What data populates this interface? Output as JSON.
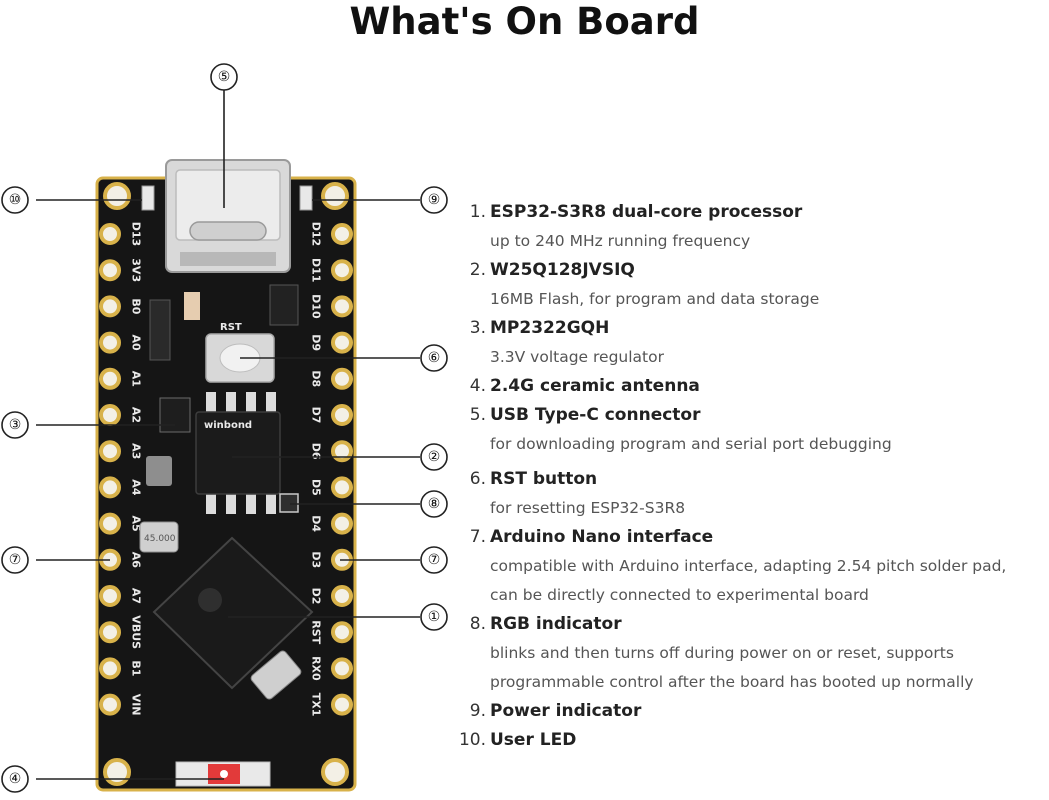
{
  "title": "What's On Board",
  "callouts": [
    "①",
    "②",
    "③",
    "④",
    "⑤",
    "⑥",
    "⑦",
    "⑧",
    "⑨",
    "⑩"
  ],
  "board_labels": {
    "left_pins": [
      "D13",
      "3V3",
      "B0",
      "A0",
      "A1",
      "A2",
      "A3",
      "A4",
      "A5",
      "A6",
      "A7",
      "VBUS",
      "B1",
      "VIN"
    ],
    "right_pins": [
      "D12",
      "D11",
      "D10",
      "D9",
      "D8",
      "D7",
      "D6",
      "D5",
      "D4",
      "D3",
      "D2",
      "RST",
      "RX0",
      "TX1"
    ],
    "rst": "RST",
    "flash_brand": "winbond",
    "crystal": "45.000"
  },
  "features": [
    {
      "num": "1.",
      "title": "ESP32-S3R8 dual-core processor",
      "desc": [
        "up to 240 MHz running frequency"
      ]
    },
    {
      "num": "2.",
      "title": "W25Q128JVSIQ",
      "desc": [
        "16MB Flash, for program and data storage"
      ]
    },
    {
      "num": "3.",
      "title": "MP2322GQH",
      "desc": [
        "3.3V voltage regulator"
      ]
    },
    {
      "num": "4.",
      "title": "2.4G ceramic antenna",
      "desc": []
    },
    {
      "num": "5.",
      "title": "USB Type-C connector",
      "desc": [
        "for downloading program and serial port debugging"
      ]
    },
    {
      "num": "6.",
      "title": "RST button",
      "desc": [
        "for resetting ESP32-S3R8"
      ]
    },
    {
      "num": "7.",
      "title": "Arduino Nano interface",
      "desc": [
        "compatible with Arduino interface, adapting 2.54 pitch solder pad,",
        "can be directly connected to experimental board"
      ]
    },
    {
      "num": "8.",
      "title": "RGB indicator",
      "desc": [
        "blinks and then turns off during power on or reset, supports",
        "programmable control after the board has booted up normally"
      ]
    },
    {
      "num": "9.",
      "title": "Power indicator",
      "desc": []
    },
    {
      "num": "10.",
      "title": "User LED",
      "desc": []
    }
  ]
}
